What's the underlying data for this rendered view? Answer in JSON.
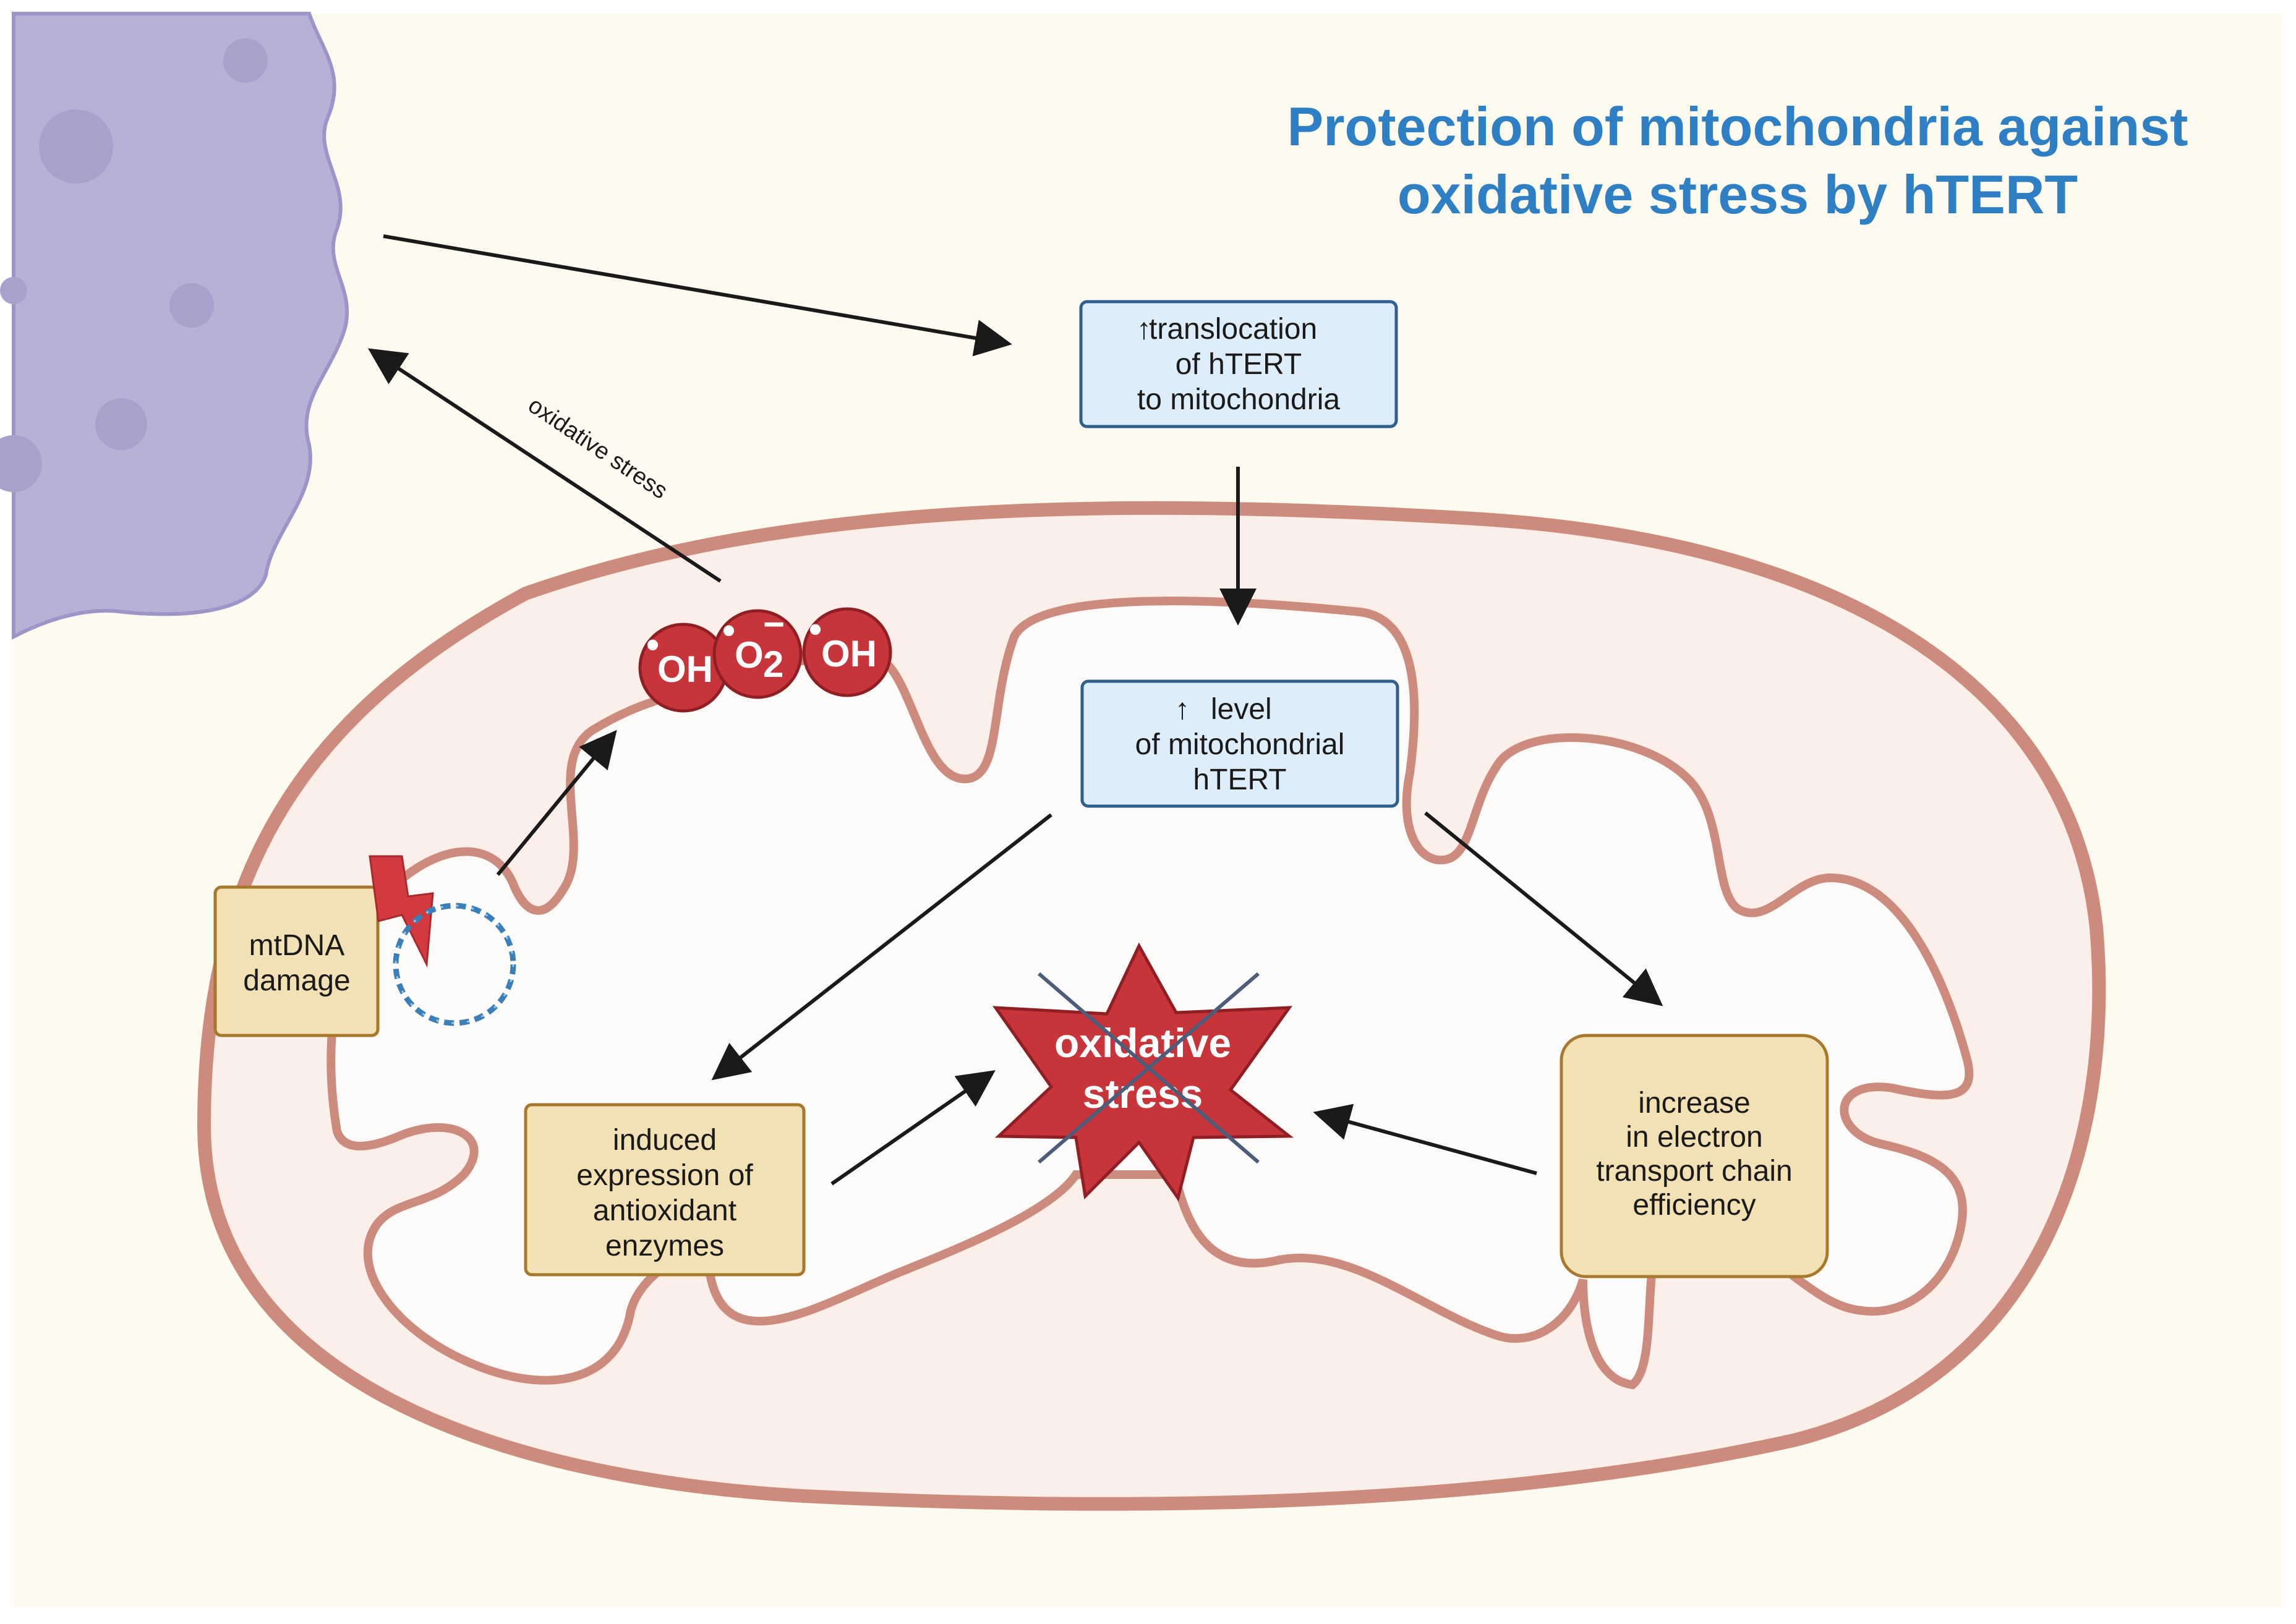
{
  "title": {
    "line1": "Protection of mitochondria against",
    "line2": "oxidative stress by hTERT"
  },
  "arrow_label": "oxidative stress",
  "boxes": {
    "translocation": {
      "arrow": "↑",
      "line1": "translocation",
      "line2": "of hTERT",
      "line3": "to mitochondria"
    },
    "level": {
      "arrow": "↑",
      "line1": "level",
      "line2": "of mitochondrial",
      "line3": "hTERT"
    },
    "mtdna": {
      "line1": "mtDNA",
      "line2": "damage"
    },
    "antioxidant": {
      "line1": "induced",
      "line2": "expression of",
      "line3": "antioxidant",
      "line4": "enzymes"
    },
    "etc": {
      "line1": "increase",
      "line2": "in electron",
      "line3": "transport chain",
      "line4": "efficiency"
    }
  },
  "ros": {
    "oh_left": {
      "dot": "•",
      "text": "OH"
    },
    "o2": {
      "dot": "•",
      "base": "O",
      "sub": "2",
      "sup": "−"
    },
    "oh_right": {
      "dot": "•",
      "text": "OH"
    }
  },
  "center_burst": {
    "line1": "oxidative",
    "line2": "stress"
  },
  "colors": {
    "background": "#fdfaf0",
    "cell": "#b7b1d6",
    "membrane": "#cd8b7d",
    "matrix": "#fdf3ef",
    "ros": "#c7343a",
    "title": "#2f7fc4"
  }
}
